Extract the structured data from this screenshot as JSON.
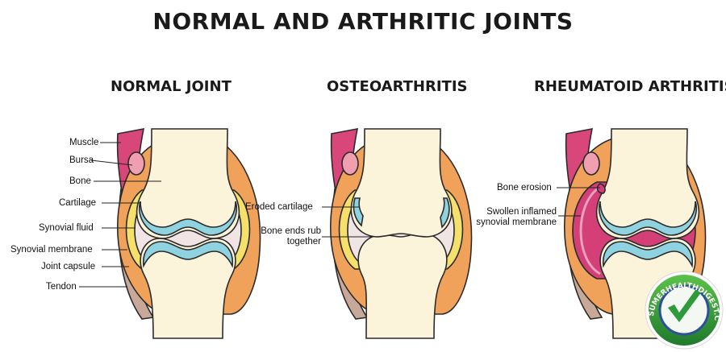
{
  "title": "NORMAL AND ARTHRITIC JOINTS",
  "panels": [
    {
      "heading": "NORMAL JOINT",
      "labels": [
        "Muscle",
        "Bursa",
        "Bone",
        "Cartilage",
        "Synovial fluid",
        "Synovial membrane",
        "Joint capsule",
        "Tendon"
      ]
    },
    {
      "heading": "OSTEOARTHRITIS",
      "labels": [
        "Eroded cartilage",
        "Bone ends rub",
        "together"
      ]
    },
    {
      "heading": "RHEUMATOID ARTHRITIS",
      "labels": [
        "Bone erosion",
        "Swollen inflamed",
        "synovial membrane"
      ]
    }
  ],
  "badge": {
    "text": "CONSUMERHEALTHDIGEST.COM"
  },
  "colors": {
    "bone": "#fbf3da",
    "muscle": "#d9467a",
    "bursa": "#ef9fb0",
    "capsule": "#f1a25a",
    "cartilage": "#8fd3e0",
    "membrane": "#f4e06a",
    "fluid": "#f0e4e4",
    "tendon": "#c8a898",
    "inflamed": "#d33f76",
    "outline": "#2b2b2b",
    "badge_green": "#2e9a3c",
    "badge_blue": "#2f4f9a"
  }
}
